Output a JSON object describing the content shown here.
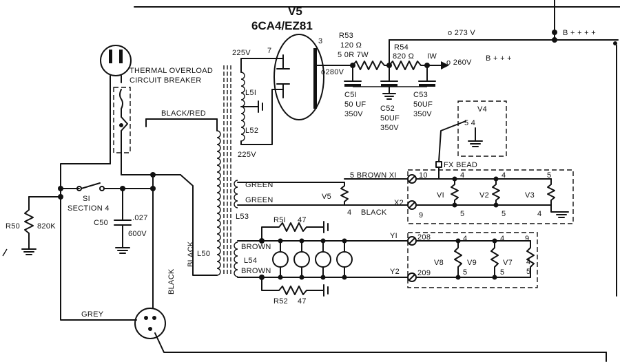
{
  "rectifier": {
    "name": "V5",
    "type": "6CA4/EZ81",
    "pin7": "7",
    "pin3": "3"
  },
  "voltages": {
    "v225_top": "225V",
    "v225_bottom": "225V",
    "v280": "o280V",
    "v273": "o 273 V",
    "v260": "o 260V"
  },
  "rails": {
    "bplus4": "B + + + +",
    "bplus3": "B + + +"
  },
  "resistors": {
    "r53_name": "R53",
    "r53_value": "120 Ω",
    "r53_rating": "5 0R 7W",
    "r54_name": "R54",
    "r54_value": "820 Ω",
    "r54_rating": "IW",
    "r50_name": "R50",
    "r50_value": "820K",
    "r51_name": "R5I",
    "r51_value": "47",
    "r52_name": "R52",
    "r52_value": "47"
  },
  "capacitors": {
    "c51": [
      "C5I",
      "50 UF",
      "350V"
    ],
    "c52": [
      "C52",
      "50UF",
      "350V"
    ],
    "c53": [
      "C53",
      "50UF",
      "350V"
    ],
    "c50_name": "C50",
    "c50_value": ".027",
    "c50_rating": "600V"
  },
  "labels": {
    "thermal1": "THERMAL OVERLOAD",
    "thermal2": "CIRCUIT BREAKER",
    "black_red": "BLACK/RED",
    "l51": "L5I",
    "l52": "L52",
    "l53": "L53",
    "l50": "L50",
    "l54": "L54",
    "green1": "GREEN",
    "green2": "GREEN",
    "brown1": "BROWN",
    "brown2": "BROWN",
    "brown_x1": "5  BROWN XI",
    "black_x2": "BLACK",
    "pin4_x2": "4",
    "x2": "X2",
    "v5_mid": "V5",
    "s1": "SI",
    "section4": "SECTION 4",
    "black_vert1": "BLACK",
    "black_vert2": "BLACK",
    "grey": "GREY",
    "y1": "YI",
    "y2": "Y2",
    "fx_bead": "FX BEAD",
    "v4": "V4",
    "v4_pins": "5  4"
  },
  "terminal_strip_1": {
    "t10": "10",
    "t9": "9",
    "v1": "VI",
    "v2": "V2",
    "v3": "V3",
    "p4a": "4",
    "p4b": "4",
    "p5a": "5",
    "p5b": "5",
    "p5c": "5",
    "p4c": "4"
  },
  "terminal_strip_2": {
    "t208": "208",
    "t209": "209",
    "v8": "V8",
    "v9": "V9",
    "v7": "V7",
    "p4a": "4",
    "p4b": "4",
    "p9": "9",
    "p5a": "5",
    "p5b": "5",
    "p4c": "4",
    "p5c": "5"
  }
}
